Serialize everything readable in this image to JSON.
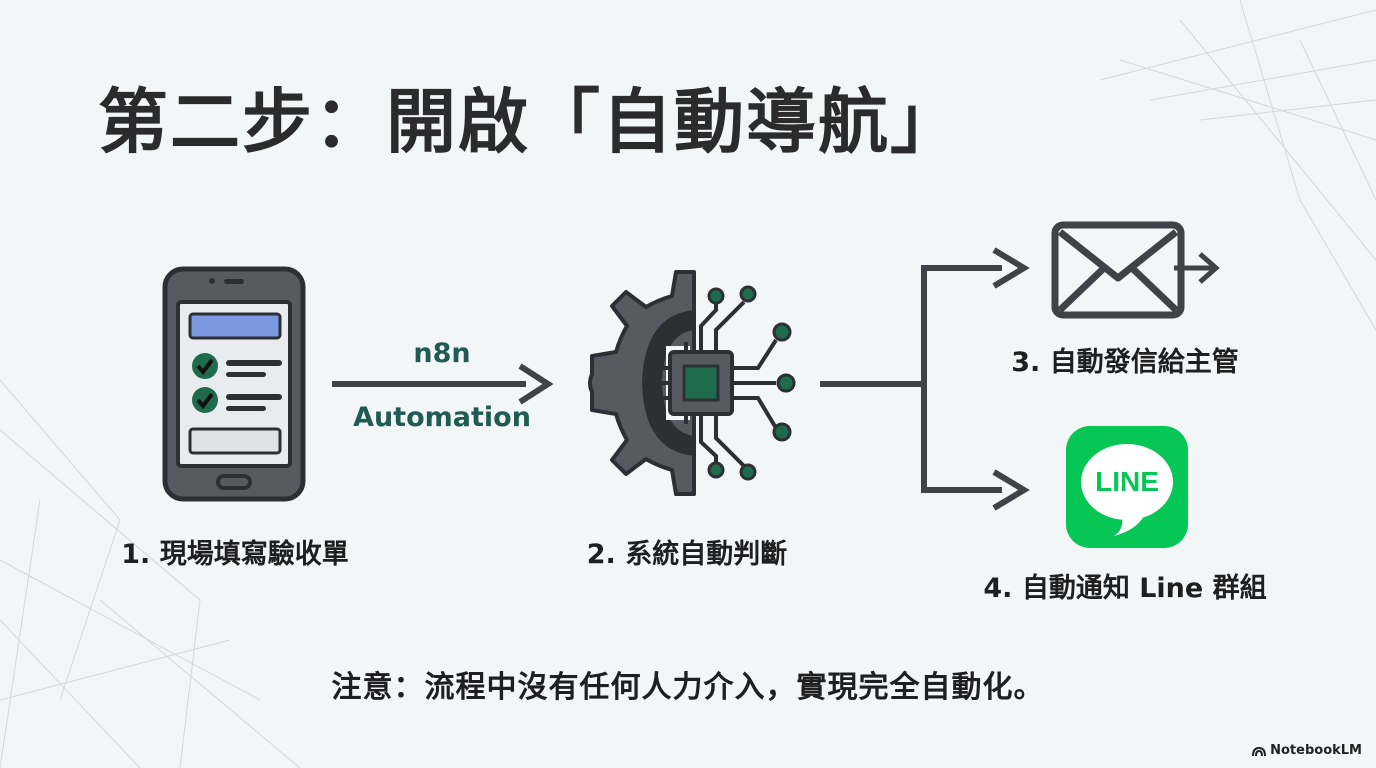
{
  "title": "第二步：開啟「自動導航」",
  "arrow_label": {
    "line1": "n8n",
    "line2": "Automation"
  },
  "steps": [
    {
      "label": "1. 現場填寫驗收單",
      "icon": "mobile-form-icon"
    },
    {
      "label": "2. 系統自動判斷",
      "icon": "gear-chip-icon"
    },
    {
      "label": "3. 自動發信給主管",
      "icon": "email-send-icon"
    },
    {
      "label": "4. 自動通知 Line 群組",
      "icon": "line-app-icon"
    }
  ],
  "line_icon_text": "LINE",
  "note": "注意：流程中沒有任何人力介入，實現完全自動化。",
  "brand": "NotebookLM",
  "colors": {
    "background": "#f2f6f6",
    "dark": "#3f4247",
    "accent": "#1f5b52",
    "check": "#1f6b4e",
    "line_green": "#06c755",
    "phone_bar": "#7b98e0"
  }
}
